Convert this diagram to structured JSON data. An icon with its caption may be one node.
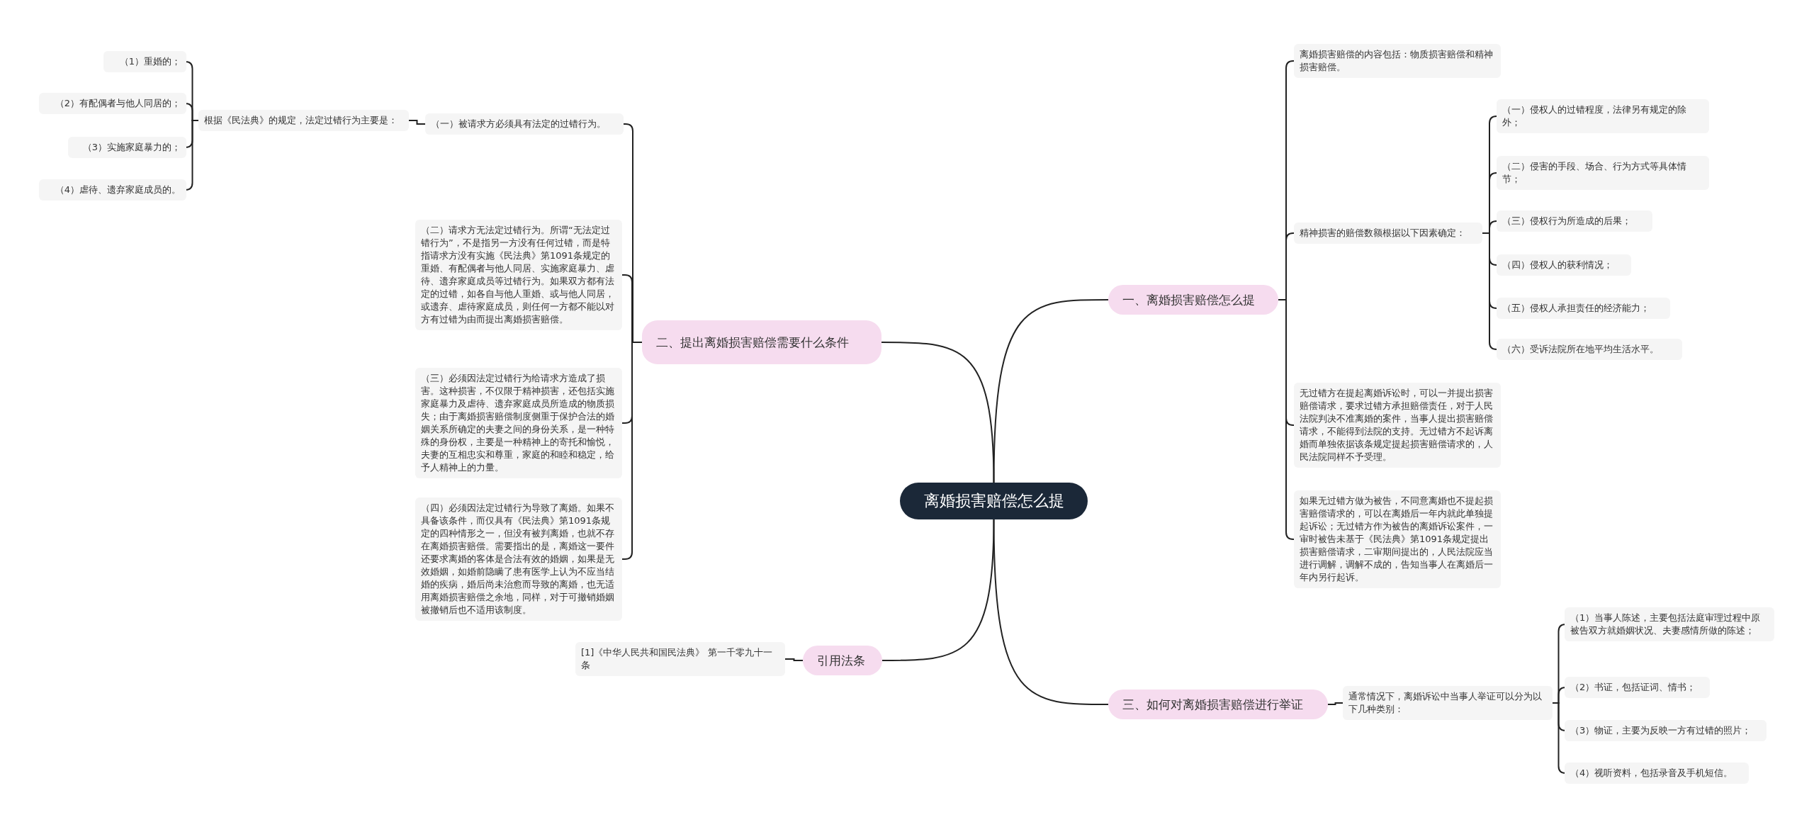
{
  "diagram": {
    "nodes": [
      {
        "text": [
          "离婚损害赔偿怎么提"
        ]
      },
      {
        "text": [
          "一、离婚损害赔偿怎么提"
        ]
      },
      {
        "text": [
          "离婚损害赔偿的内容包括：物质损害赔偿和精神损害赔偿。"
        ]
      },
      {
        "text": [
          "精神损害的赔偿数额根据以下因素确定："
        ]
      },
      {
        "text": [
          "（一）侵权人的过错程度，法律另有规定的除外；"
        ]
      },
      {
        "text": [
          "（二）侵害的手段、场合、行为方式等具体情节；"
        ]
      },
      {
        "text": [
          "（三）侵权行为所造成的后果；"
        ]
      },
      {
        "text": [
          "（四）侵权人的获利情况；"
        ]
      },
      {
        "text": [
          "（五）侵权人承担责任的经济能力；"
        ]
      },
      {
        "text": [
          "（六）受诉法院所在地平均生活水平。"
        ]
      },
      {
        "text": [
          "无过错方在提起离婚诉讼时，可以一并提出损害赔偿请求，要求过错方承担赔偿责任，对于人民法院判决不准离婚的案件，当事人提出损害赔偿请求，不能得到法院的支持。无过错方不起诉离婚而单独依据该条规定提起损害赔偿请求的，人民法院同样不予受理。"
        ]
      },
      {
        "text": [
          "如果无过错方做为被告，不同意离婚也不提起损害赔偿请求的，可以在离婚后一年内就此单独提起诉讼；无过错方作为被告的离婚诉讼案件，一审时被告未基于《民法典》第1091条规定提出损害赔偿请求，二审期间提出的，人民法院应当进行调解，调解不成的，告知当事人在离婚后一年内另行起诉。"
        ]
      },
      {
        "text": [
          "三、如何对离婚损害赔偿进行举证"
        ]
      },
      {
        "text": [
          "通常情况下，离婚诉讼中当事人举证可以分为以下几种类别："
        ]
      },
      {
        "text": [
          "（1）当事人陈述，主要包括法庭审理过程中原被告双方就婚姻状况、夫妻感情所做的陈述；"
        ]
      },
      {
        "text": [
          "（2）书证，包括证词、情书；"
        ]
      },
      {
        "text": [
          "（3）物证，主要为反映一方有过错的照片；"
        ]
      },
      {
        "text": [
          "（4）视听资料，包括录音及手机短信。"
        ]
      },
      {
        "text": [
          "引用法条"
        ]
      },
      {
        "text": [
          "[1]《中华人民共和国民法典》 第一千零九十一条"
        ]
      },
      {
        "text": [
          "二、提出离婚损害赔偿需要什么条件"
        ]
      },
      {
        "text": [
          "（一）被请求方必须具有法定的过错行为。"
        ]
      },
      {
        "text": [
          "根据《民法典》的规定，法定过错行为主要是："
        ]
      },
      {
        "text": [
          "（1）重婚的；"
        ]
      },
      {
        "text": [
          "（2）有配偶者与他人同居的；"
        ]
      },
      {
        "text": [
          "（3）实施家庭暴力的；"
        ]
      },
      {
        "text": [
          "（4）虐待、遗弃家庭成员的。"
        ]
      },
      {
        "text": [
          "（二）请求方无法定过错行为。所谓“无法定过错行为”，不是指另一方没有任何过错，而是特指请求方没有实施《民法典》第1091条规定的重婚、有配偶者与他人同居、实施家庭暴力、虐待、遗弃家庭成员等过错行为。如果双方都有法定的过错，如各自与他人重婚、或与他人同居，或遗弃、虐待家庭成员，则任何一方都不能以对方有过错为由而提出离婚损害赔偿。"
        ]
      },
      {
        "text": [
          "（三）必须因法定过错行为给请求方造成了损害。这种损害，不仅限于精神损害，还包括实施家庭暴力及虐待、遗弃家庭成员所造成的物质损失；由于离婚损害赔偿制度侧重于保护合法的婚姻关系所确定的夫妻之间的身份关系，是一种特殊的身份权，主要是一种精神上的寄托和愉悦，夫妻的互相忠实和尊重，家庭的和睦和稳定，给予人精神上的力量。"
        ]
      },
      {
        "text": [
          "（四）必须因法定过错行为导致了离婚。如果不具备该条件，而仅具有《民法典》第1091条规定的四种情形之一，但没有被判离婚，也就不存在离婚损害赔偿。需要指出的是，离婚这一要件还要求离婚的客体是合法有效的婚姻，如果是无效婚姻，如婚前隐瞒了患有医学上认为不应当结婚的疾病，婚后尚未治愈而导致的离婚，也无适用离婚损害赔偿之余地，同样，对于可撤销婚姻被撤销后也不适用该制度。"
        ]
      }
    ],
    "edges": [
      {
        "from": 0,
        "to": 1,
        "arrow": "none"
      },
      {
        "from": 1,
        "to": 2,
        "arrow": "none"
      },
      {
        "from": 1,
        "to": 3,
        "arrow": "none"
      },
      {
        "from": 3,
        "to": 4,
        "arrow": "none"
      },
      {
        "from": 3,
        "to": 5,
        "arrow": "none"
      },
      {
        "from": 3,
        "to": 6,
        "arrow": "none"
      },
      {
        "from": 3,
        "to": 7,
        "arrow": "none"
      },
      {
        "from": 3,
        "to": 8,
        "arrow": "none"
      },
      {
        "from": 3,
        "to": 9,
        "arrow": "none"
      },
      {
        "from": 1,
        "to": 10,
        "arrow": "none"
      },
      {
        "from": 1,
        "to": 11,
        "arrow": "none"
      },
      {
        "from": 0,
        "to": 12,
        "arrow": "none"
      },
      {
        "from": 12,
        "to": 13,
        "arrow": "none"
      },
      {
        "from": 13,
        "to": 14,
        "arrow": "none"
      },
      {
        "from": 13,
        "to": 15,
        "arrow": "none"
      },
      {
        "from": 13,
        "to": 16,
        "arrow": "none"
      },
      {
        "from": 13,
        "to": 17,
        "arrow": "none"
      },
      {
        "from": 0,
        "to": 18,
        "arrow": "none"
      },
      {
        "from": 18,
        "to": 19,
        "arrow": "none"
      },
      {
        "from": 0,
        "to": 20,
        "arrow": "none"
      },
      {
        "from": 20,
        "to": 21,
        "arrow": "none"
      },
      {
        "from": 21,
        "to": 22,
        "arrow": "none"
      },
      {
        "from": 22,
        "to": 23,
        "arrow": "none"
      },
      {
        "from": 22,
        "to": 24,
        "arrow": "none"
      },
      {
        "from": 22,
        "to": 25,
        "arrow": "none"
      },
      {
        "from": 22,
        "to": 26,
        "arrow": "none"
      },
      {
        "from": 20,
        "to": 27,
        "arrow": "none"
      },
      {
        "from": 20,
        "to": 28,
        "arrow": "none"
      },
      {
        "from": 20,
        "to": 29,
        "arrow": "none"
      }
    ]
  }
}
